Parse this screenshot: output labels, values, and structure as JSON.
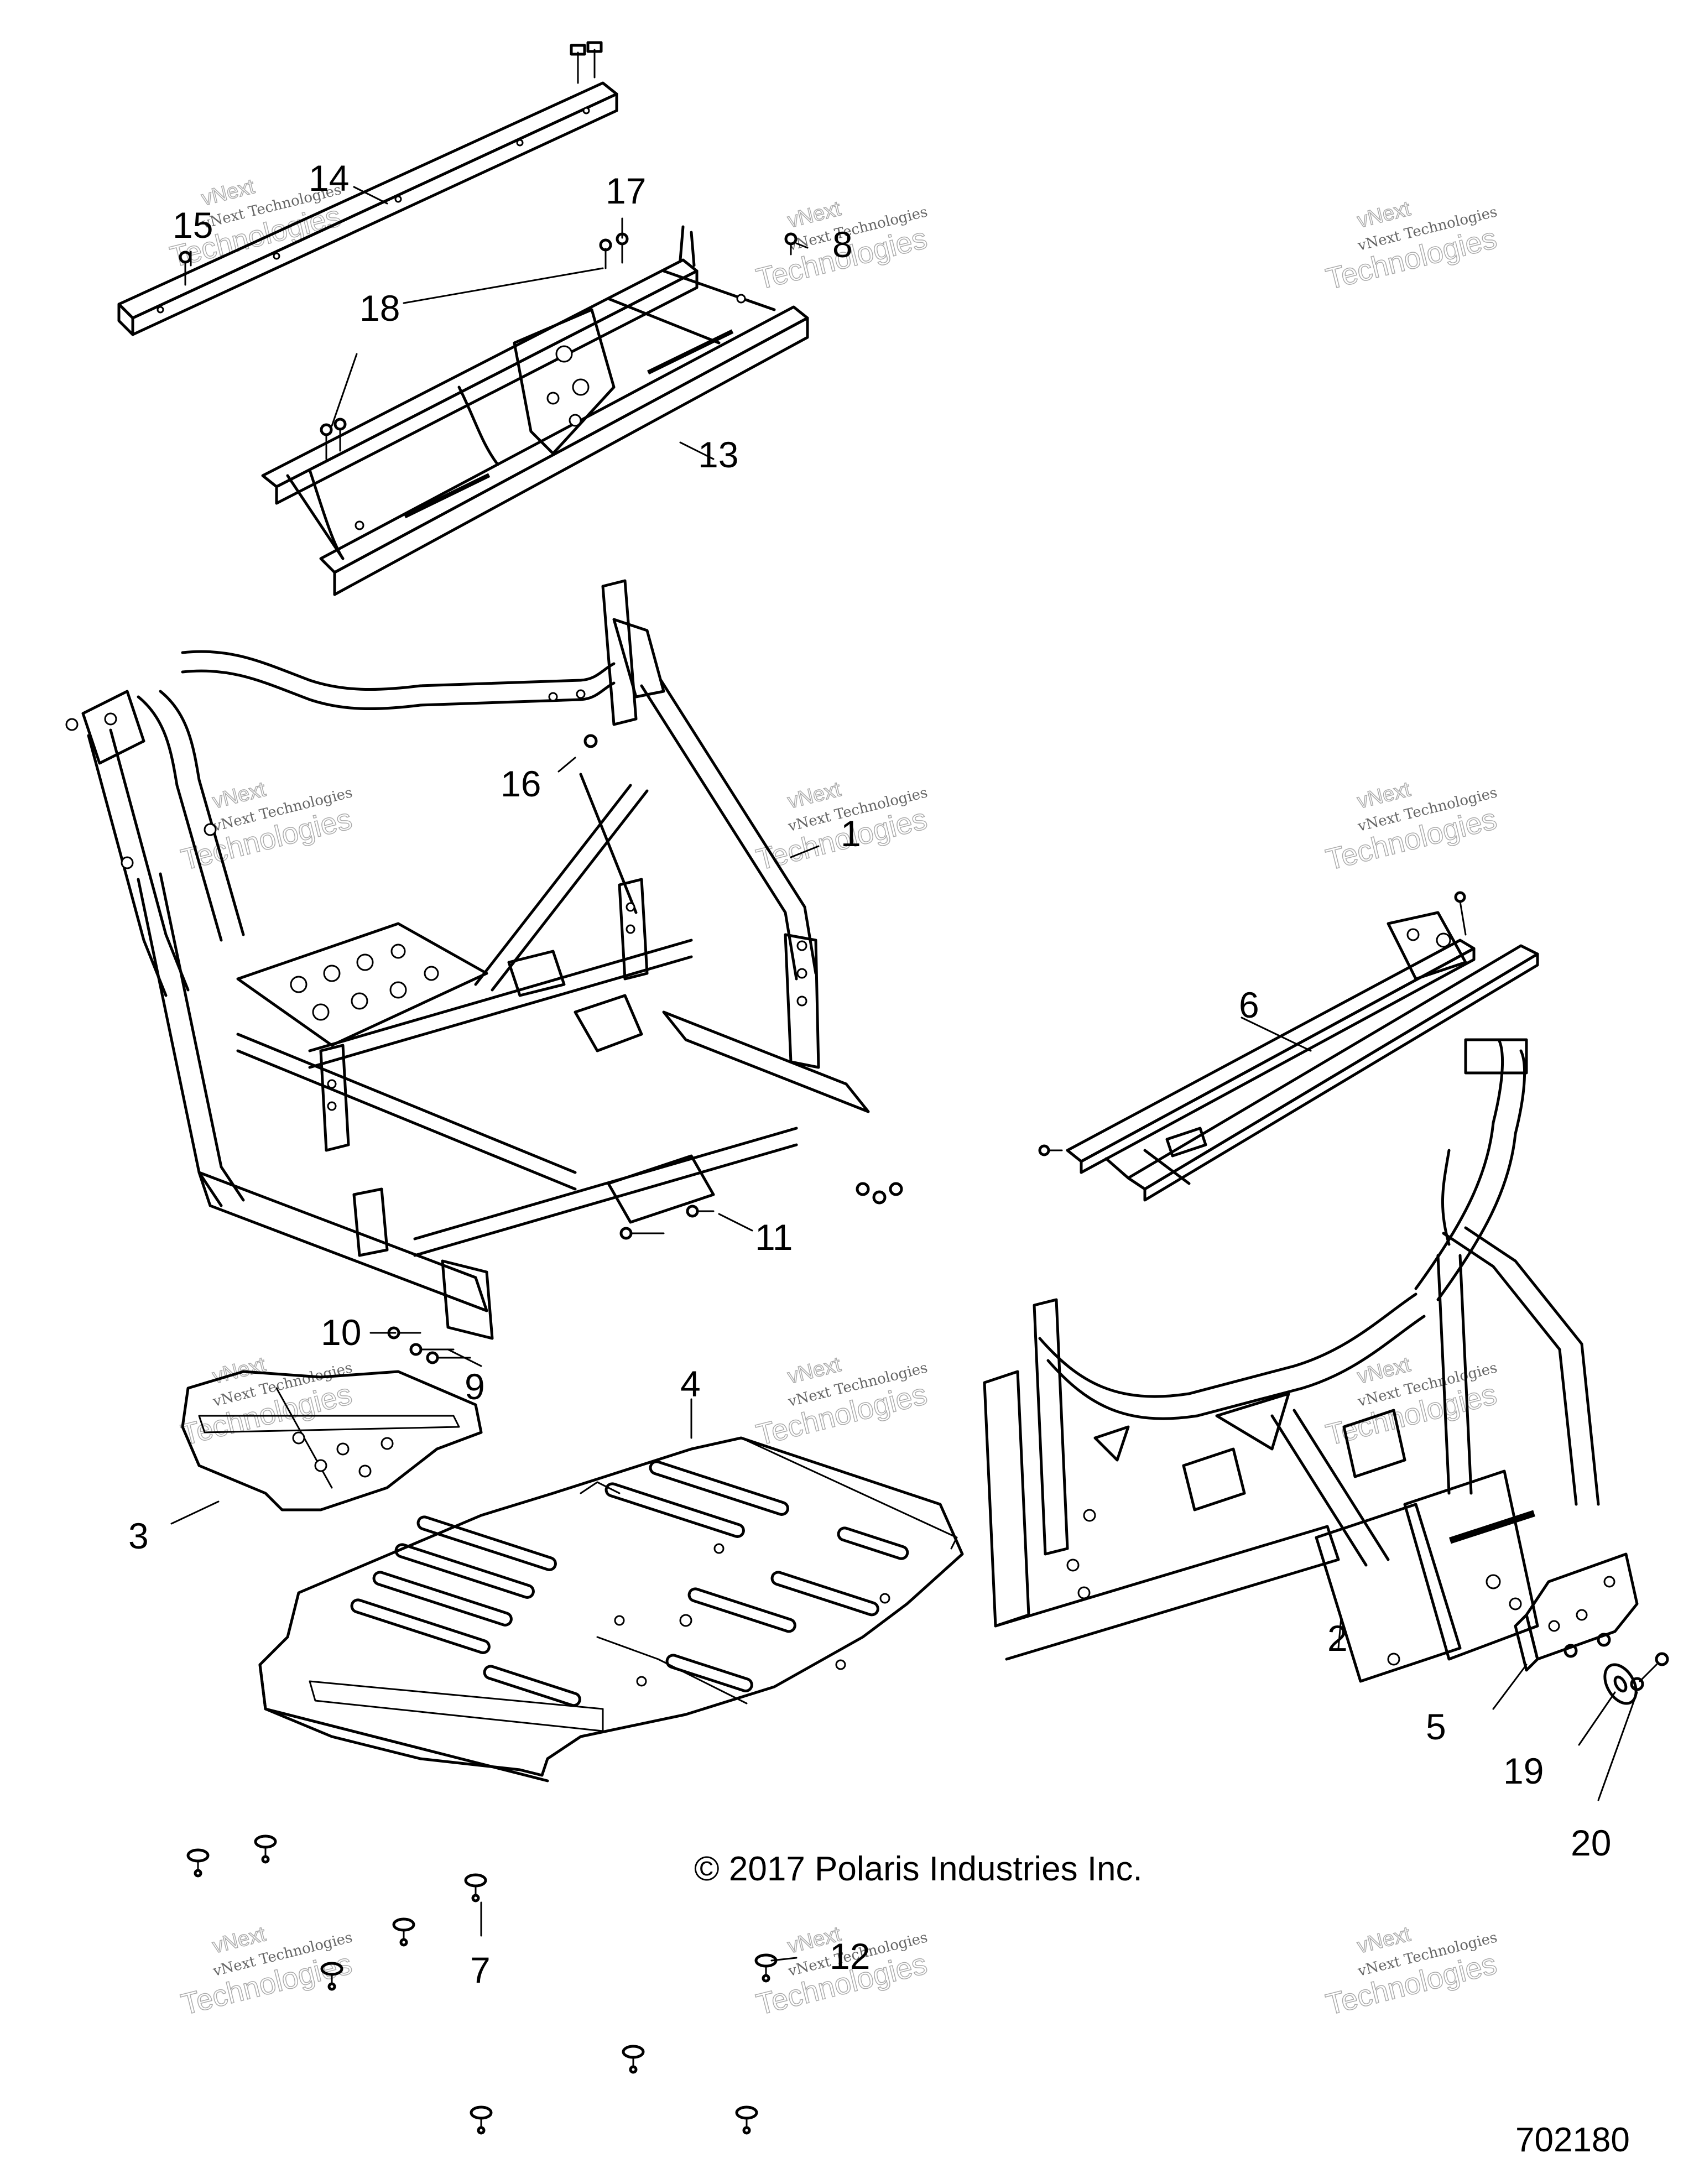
{
  "callouts": {
    "c1": "1",
    "c2": "2",
    "c3": "3",
    "c4": "4",
    "c5": "5",
    "c6": "6",
    "c7": "7",
    "c8": "8",
    "c9": "9",
    "c10": "10",
    "c11": "11",
    "c12": "12",
    "c13": "13",
    "c14": "14",
    "c15": "15",
    "c16": "16",
    "c17": "17",
    "c18": "18",
    "c19": "19",
    "c20": "20"
  },
  "copyright": "© 2017 Polaris Industries Inc.",
  "figure_number": "702180",
  "watermark": {
    "line1": "vNext Technologies",
    "line2": "Technologies",
    "line3": "vNext"
  }
}
